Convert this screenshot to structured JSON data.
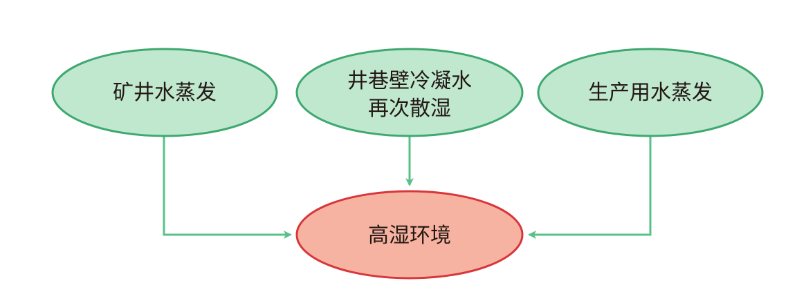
{
  "diagram": {
    "nodes": {
      "source_left": {
        "label": "矿井水蒸发"
      },
      "source_middle": {
        "lines": [
          "井巷壁冷凝水",
          "再次散湿"
        ]
      },
      "source_right": {
        "label": "生产用水蒸发"
      },
      "target": {
        "label": "高湿环境"
      }
    },
    "colors": {
      "source_fill": "#bfe8cf",
      "source_stroke": "#3ea86f",
      "target_fill": "#f7b3a1",
      "target_stroke": "#d8363a",
      "arrow": "#5ac08a",
      "text": "#231815"
    }
  }
}
